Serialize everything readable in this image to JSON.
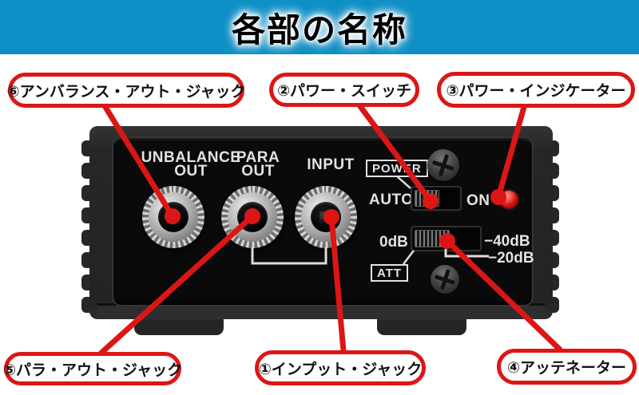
{
  "header": {
    "title": "各部の名称"
  },
  "callouts": {
    "c1": "①インプット・ジャック",
    "c2": "②パワー・スイッチ",
    "c3": "③パワー・インジケーター",
    "c4": "④アッテネーター",
    "c5": "⑤パラ・アウト・ジャック",
    "c6": "⑥アンバランス・アウト・ジャック"
  },
  "panel": {
    "jack1_line1": "UNBALANCE",
    "jack1_line2": "OUT",
    "jack2_line1": "PARA",
    "jack2_line2": "OUT",
    "jack3_line1": "INPUT",
    "power_box": "POWER",
    "power_left": "AUTO",
    "power_right": "ON",
    "att_left": "0dB",
    "att_right_top": "−40dB",
    "att_right_bottom": "−20dB",
    "att_box": "ATT"
  },
  "colors": {
    "header_bg": "#0e8fc5",
    "callout_red": "#dc1616",
    "led_red": "#e01414",
    "panel_black": "#0a0a0a",
    "panel_text": "#e3e3e3"
  }
}
